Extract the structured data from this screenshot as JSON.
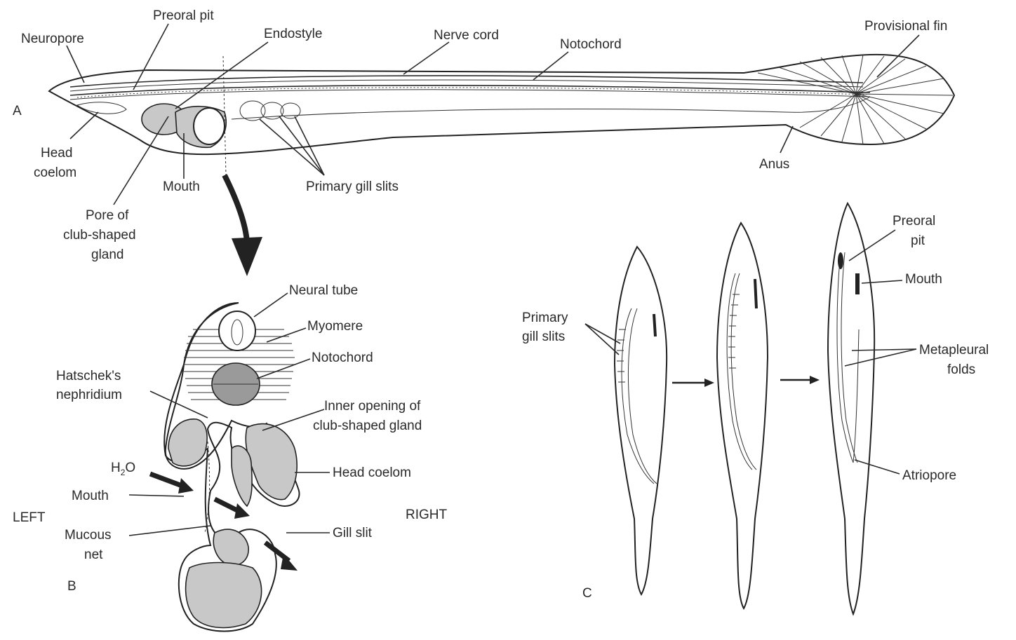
{
  "panels": {
    "a": {
      "panel_label": "A",
      "labels": {
        "neuropore": "Neuropore",
        "preoral_pit": "Preoral pit",
        "endostyle": "Endostyle",
        "nerve_cord": "Nerve cord",
        "notochord": "Notochord",
        "provisional_fin": "Provisional fin",
        "head_coelom_1": "Head",
        "head_coelom_2": "coelom",
        "mouth": "Mouth",
        "pore_1": "Pore of",
        "pore_2": "club-shaped",
        "pore_3": "gland",
        "primary_gill_slits": "Primary gill slits",
        "anus": "Anus"
      }
    },
    "b": {
      "panel_label": "B",
      "labels": {
        "neural_tube": "Neural tube",
        "myomere": "Myomere",
        "notochord": "Notochord",
        "hatschek_1": "Hatschek's",
        "hatschek_2": "nephridium",
        "inner_opening_1": "Inner opening of",
        "inner_opening_2": "club-shaped gland",
        "h2o_h": "H",
        "h2o_sub": "2",
        "h2o_o": "O",
        "head_coelom": "Head coelom",
        "mouth": "Mouth",
        "left": "LEFT",
        "right": "RIGHT",
        "mucous_1": "Mucous",
        "mucous_2": "net",
        "gill_slit": "Gill slit"
      }
    },
    "c": {
      "panel_label": "C",
      "labels": {
        "primary_gill_1": "Primary",
        "primary_gill_2": "gill slits",
        "preoral_1": "Preoral",
        "preoral_2": "pit",
        "mouth": "Mouth",
        "metapleural_1": "Metapleural",
        "metapleural_2": "folds",
        "atriopore": "Atriopore"
      }
    }
  }
}
